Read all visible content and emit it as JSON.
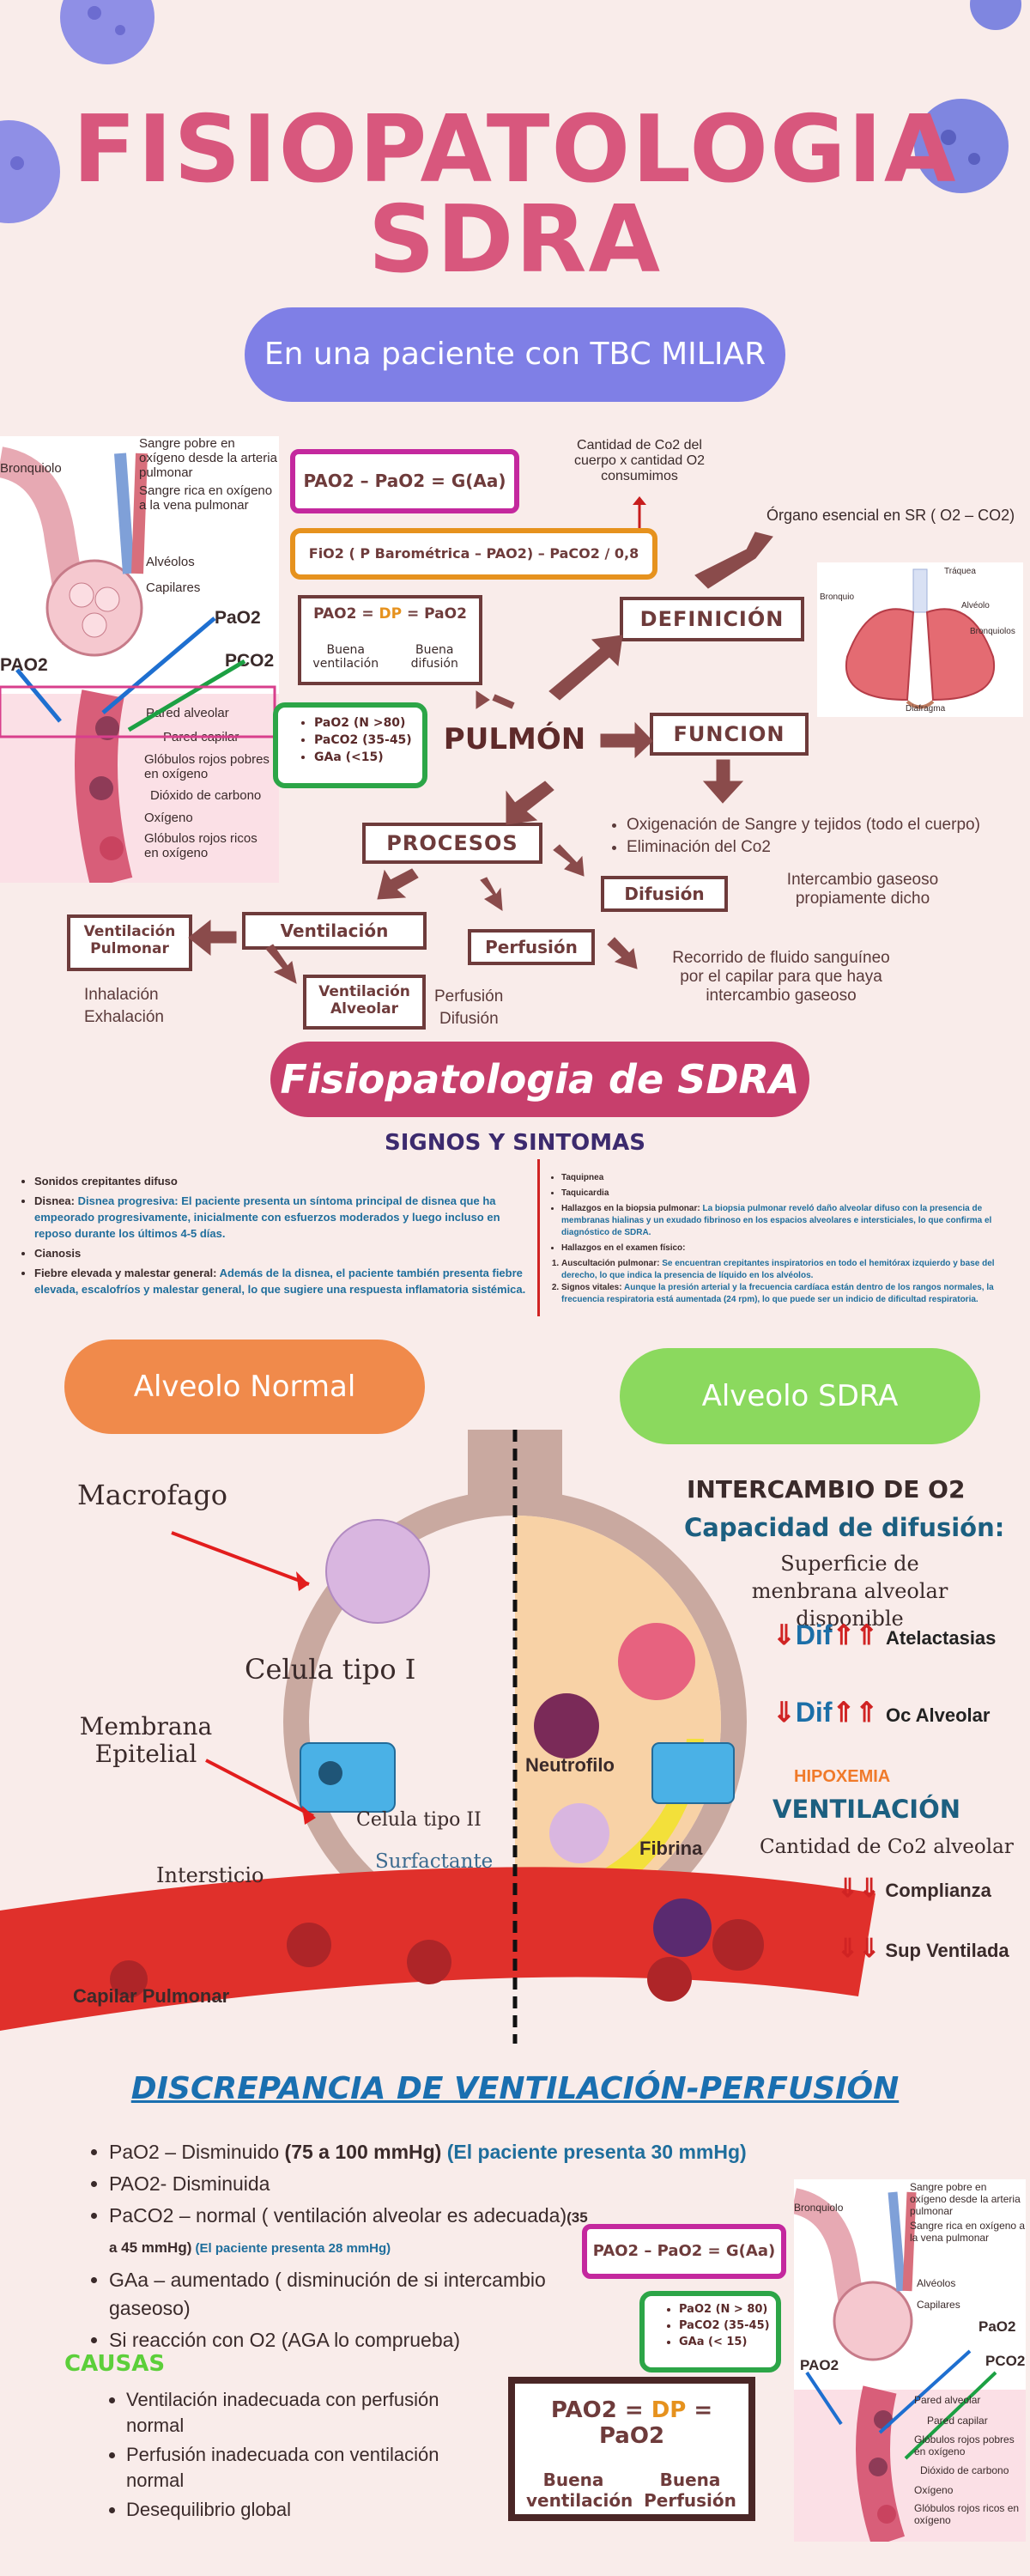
{
  "header": {
    "title_line1": "FISIOPATOLOGIA",
    "title_line2": "SDRA",
    "subtitle": "En una paciente con TBC MILIAR"
  },
  "lung_diagram": {
    "labels": {
      "bronquiolo": "Bronquiolo",
      "sangre_pobre": "Sangre pobre en oxígeno desde la arteria pulmonar",
      "sangre_rica": "Sangre rica en oxígeno a la vena pulmonar",
      "alveolos": "Alvéolos",
      "capilares": "Capilares",
      "pao2_left": "PAO2",
      "pao2_right": "PaO2",
      "pco2": "PCO2",
      "pared_alveolar": "Pared alveolar",
      "pared_capilar": "Pared capilar",
      "globulos_pobres": "Glóbulos rojos pobres en oxígeno",
      "dioxido": "Dióxido de carbono",
      "oxigeno": "Oxígeno",
      "globulos_ricos": "Glóbulos rojos ricos en oxígeno"
    }
  },
  "concept_map": {
    "formula1": "PAO2 – PaO2 = G(Aa)",
    "formula2": "FiO2 ( P Barométrica – PAO2) – PaCO2 / 0,8",
    "co2_note": "Cantidad de Co2 del cuerpo x cantidad O2 consumimos",
    "dp_formula": {
      "left": "PAO2 = ",
      "dp": "DP",
      "right": " = PaO2",
      "buena_ventilacion": "Buena ventilación",
      "buena_difusion": "Buena difusión"
    },
    "values": [
      "PaO2 (N >80)",
      "PaCO2 (35-45)",
      "GAa (<15)"
    ],
    "pulmon": "PULMÓN",
    "definicion": "DEFINICIÓN",
    "organo": "Órgano esencial en SR ( O2 – CO2)",
    "funcion": "FUNCION",
    "funcion_items": [
      "Oxigenación de Sangre y tejidos (todo el cuerpo)",
      "Eliminación del Co2"
    ],
    "procesos": "PROCESOS",
    "difusion": "Difusión",
    "difusion_desc": "Intercambio gaseoso propiamente dicho",
    "ventilacion": "Ventilación",
    "ventilacion_pulmonar": "Ventilación Pulmonar",
    "inhalacion": "Inhalación",
    "exhalacion": "Exhalación",
    "ventilacion_alveolar": "Ventilación Alveolar",
    "perfusion": "Perfusión",
    "perfusion_small": "Perfusión",
    "difusion_small": "Difusión",
    "perfusion_desc": "Recorrido de fluido sanguíneo por el capilar para que haya intercambio gaseoso",
    "lung_labels": {
      "traquea": "Tráquea",
      "bronquio": "Bronquio",
      "alveolo": "Alvéolo",
      "bronquiolos": "Bronquiolos",
      "diafragma": "Diafragma"
    }
  },
  "sdra": {
    "heading": "Fisiopatologia de SDRA",
    "signos": "SIGNOS Y SINTOMAS",
    "left_items": [
      {
        "title": "Sonidos crepitantes difuso",
        "text": ""
      },
      {
        "title": "Disnea:",
        "text": "Disnea progresiva: El paciente presenta un síntoma principal de disnea que ha empeorado progresivamente, inicialmente con esfuerzos moderados y luego incluso en reposo durante los últimos 4-5 días."
      },
      {
        "title": "Cianosis",
        "text": ""
      },
      {
        "title": "Fiebre elevada y malestar general:",
        "text": "Además de la disnea, el paciente también presenta fiebre elevada, escalofríos y malestar general, lo que sugiere una respuesta inflamatoria sistémica."
      }
    ],
    "right_items": [
      {
        "title": "Taquipnea",
        "text": ""
      },
      {
        "title": "Taquicardia",
        "text": ""
      },
      {
        "title": "Hallazgos en la biopsia pulmonar:",
        "text": "La biopsia pulmonar reveló daño alveolar difuso con la presencia de membranas hialinas y un exudado fibrinoso en los espacios alveolares e intersticiales, lo que confirma el diagnóstico de SDRA."
      },
      {
        "title": "Hallazgos en el examen físico:",
        "text": ""
      }
    ],
    "right_numbered": [
      {
        "title": "Auscultación pulmonar:",
        "text": "Se encuentran crepitantes inspiratorios en todo el hemitórax izquierdo y base del derecho, lo que indica la presencia de líquido en los alvéolos."
      },
      {
        "title": "Signos vitales:",
        "text": "Aunque la presión arterial y la frecuencia cardíaca están dentro de los rangos normales, la frecuencia respiratoria está aumentada (24 rpm), lo que puede ser un indicio de dificultad respiratoria."
      }
    ]
  },
  "alveolo": {
    "normal": "Alveolo Normal",
    "sdra": "Alveolo SDRA",
    "macrofago": "Macrofago",
    "celula1": "Celula tipo I",
    "membrana": "Membrana Epitelial",
    "celula2": "Celula tipo II",
    "surfactante": "Surfactante",
    "intersticio": "Intersticio",
    "capilar": "Capilar Pulmonar",
    "neutrofilo": "Neutrofilo",
    "fibrina": "Fibrina",
    "intercambio": "INTERCAMBIO DE O2",
    "capacidad": "Capacidad de difusión:",
    "superficie": "Superficie de menbrana alveolar disponible",
    "dif": "Dif",
    "atelactasias": "Atelactasias",
    "oc_alveolar": "Oc Alveolar",
    "hipoxemia": "HIPOXEMIA",
    "ventilacion": "VENTILACIÓN",
    "cantidad": "Cantidad de Co2 alveolar",
    "complianza": "Complianza",
    "sup_ventilada": "Sup Ventilada"
  },
  "discrepancia": {
    "heading": "DISCREPANCIA DE VENTILACIÓN-PERFUSIÓN",
    "items": [
      {
        "a": "PaO2 – Disminuido ",
        "b": "(75 a 100 mmHg)",
        "c": " (El paciente presenta 30 mmHg)"
      },
      {
        "a": "PAO2- Disminuida",
        "b": "",
        "c": ""
      },
      {
        "a": "PaCO2 – normal ( ventilación alveolar es adecuada)",
        "b": "(35 a 45 mmHg)",
        "c": " (El paciente presenta 28 mmHg)"
      },
      {
        "a": "GAa – aumentado ( disminución de si intercambio gaseoso)",
        "b": "",
        "c": ""
      },
      {
        "a": "Si reacción con O2 (AGA lo comprueba)",
        "b": "",
        "c": ""
      }
    ],
    "causas": "CAUSAS",
    "causas_items": [
      "Ventilación inadecuada con perfusión normal",
      "Perfusión inadecuada con ventilación normal",
      "Desequilibrio global"
    ],
    "formula": "PAO2 – PaO2 = G(Aa)",
    "values": [
      "PaO2 (N > 80)",
      "PaCO2 (35-45)",
      "GAa (< 15)"
    ],
    "dp": {
      "left": "PAO2 = ",
      "dp": "DP",
      "right": " = PaO2",
      "buena_ventilacion": "Buena ventilación",
      "buena_perfusion": "Buena Perfusión"
    }
  }
}
